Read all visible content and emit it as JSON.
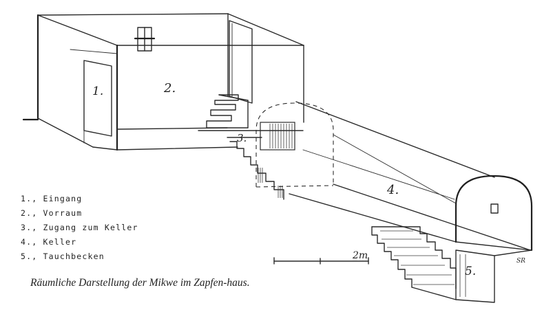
{
  "labels": {
    "n1": "1.",
    "n2": "2.",
    "n3": "3.",
    "n4": "4.",
    "n5": "5.",
    "scale": "2m",
    "signature": "SR"
  },
  "legend": [
    "1., Eingang",
    "2., Vorraum",
    "3., Zugang zum Keller",
    "4., Keller",
    "5., Tauchbecken"
  ],
  "caption": "Räumliche Darstellung der Mikwe im Zapfen-haus."
}
